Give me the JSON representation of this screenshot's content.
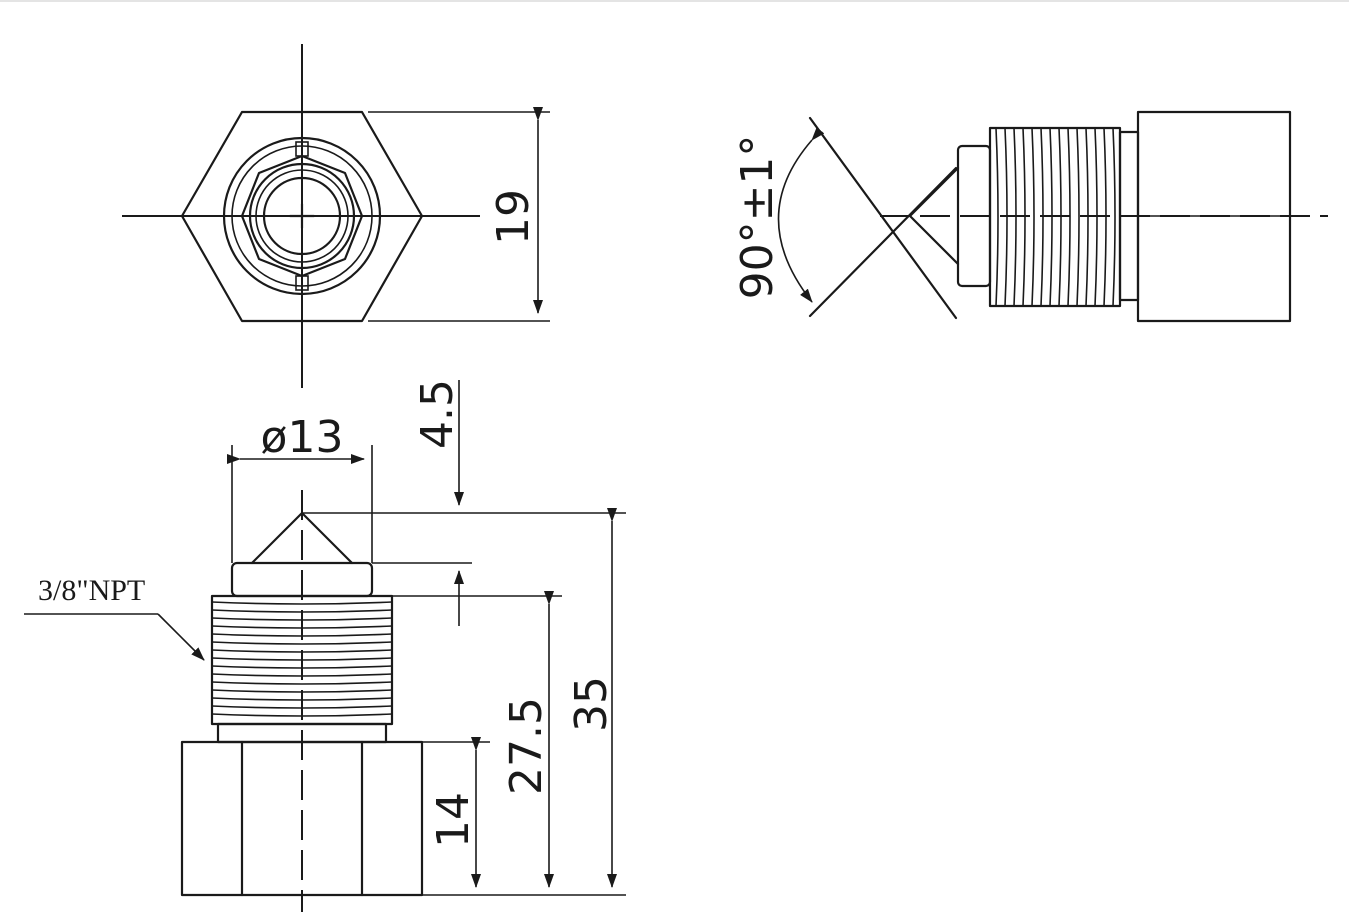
{
  "labels": {
    "thread_spec": "3/8\"NPT",
    "angle": "90°±1°"
  },
  "dimensions": {
    "hex_across_flats": "19",
    "diameter": "ø13",
    "tip_height": "4.5",
    "thread_length": "27.5",
    "overall_length": "35",
    "hex_height": "14"
  },
  "colors": {
    "line": "#1a1a1a",
    "background": "#ffffff"
  }
}
